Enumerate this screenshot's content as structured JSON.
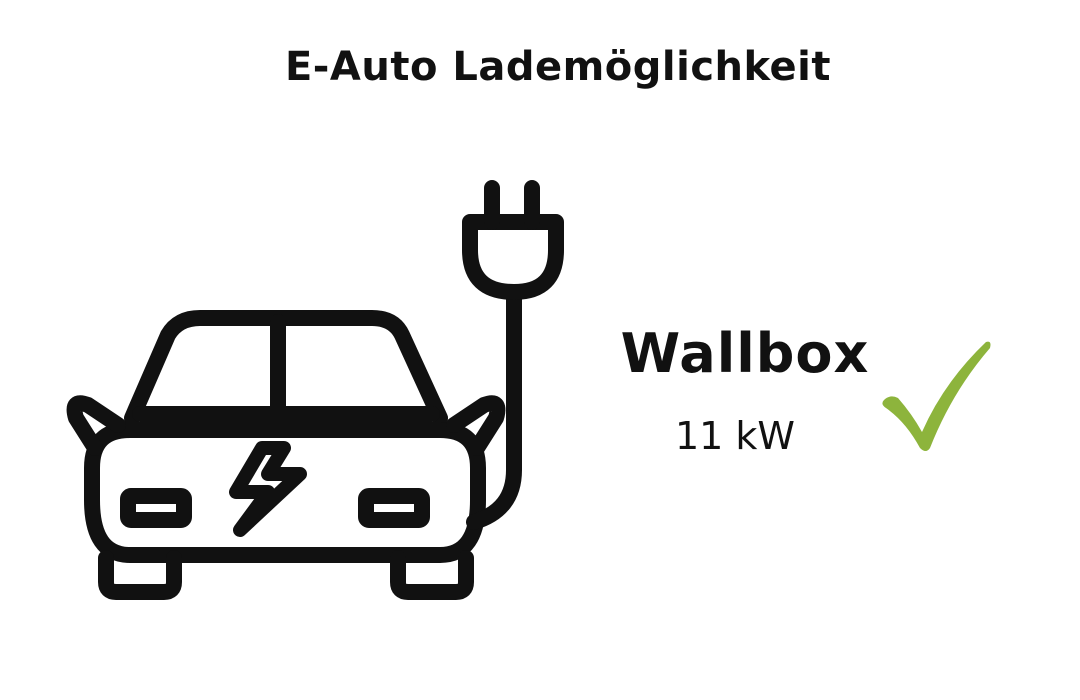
{
  "page": {
    "title": "E-Auto Lademöglichkeit"
  },
  "charger": {
    "label": "Wallbox",
    "power": "11 kW",
    "available": true
  },
  "icons": {
    "main": "electric-car-plug-icon",
    "status": "checkmark-icon"
  },
  "colors": {
    "icon_stroke": "#111111",
    "check": "#8db43c",
    "background": "#ffffff"
  }
}
